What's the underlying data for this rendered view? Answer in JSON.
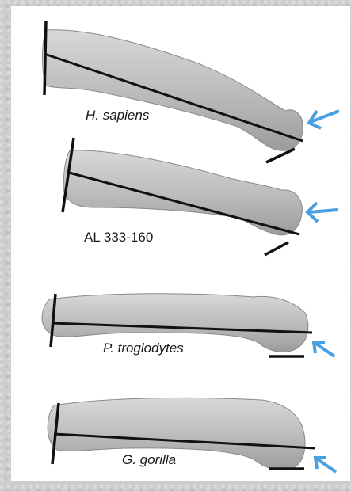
{
  "figure": {
    "specimens": [
      {
        "id": "h-sapiens",
        "label": "H. sapiens"
      },
      {
        "id": "al-333-160",
        "label": "AL 333-160"
      },
      {
        "id": "p-troglodytes",
        "label": "P. troglodytes"
      },
      {
        "id": "g-gorilla",
        "label": "G. gorilla"
      }
    ],
    "colors": {
      "bone": "#bdbdbd",
      "line": "#111111",
      "arrow": "#4a9fe0"
    }
  }
}
